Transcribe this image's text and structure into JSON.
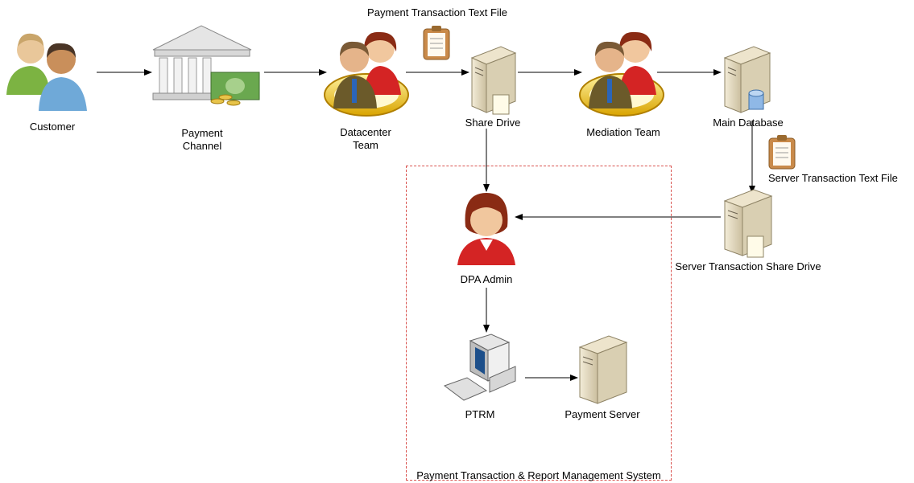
{
  "nodes": {
    "customer": "Customer",
    "payment_channel": [
      "Payment",
      "Channel"
    ],
    "datacenter_team": [
      "Datacenter",
      "Team"
    ],
    "share_drive": "Share Drive",
    "mediation_team": "Mediation Team",
    "main_database": "Main Database",
    "server_share_drive": "Server Transaction Share Drive",
    "dpa_admin": "DPA Admin",
    "ptrm": "PTRM",
    "payment_server": "Payment Server"
  },
  "files": {
    "payment_file": "Payment Transaction Text File",
    "server_file": "Server Transaction Text File"
  },
  "boundary": {
    "label": "Payment Transaction & Report Management System",
    "color": "#d9534f"
  },
  "icons": [
    "people-icon",
    "bank-icon",
    "team-icon",
    "server-icon",
    "database-server-icon",
    "clipboard-icon",
    "woman-user-icon",
    "computer-icon"
  ]
}
